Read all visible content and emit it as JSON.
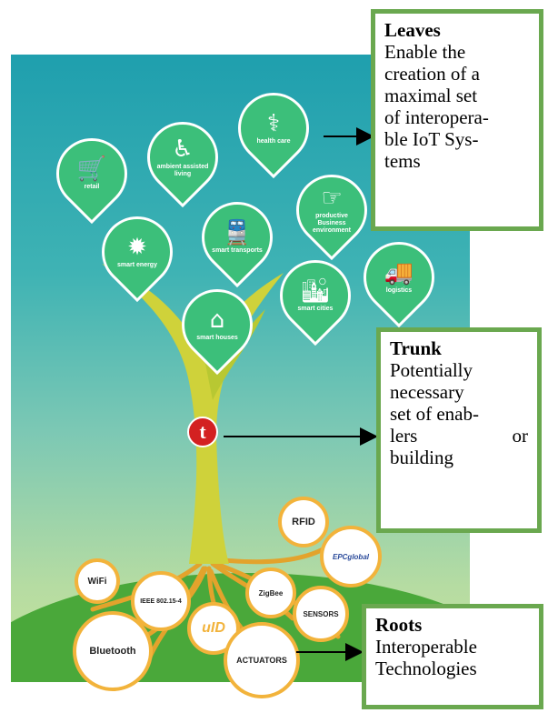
{
  "leaves": [
    {
      "id": "retail",
      "label": "retail",
      "glyph": "🛒"
    },
    {
      "id": "ambient",
      "label": "ambient assisted living",
      "glyph": "♿"
    },
    {
      "id": "healthcare",
      "label": "health care",
      "glyph": "⚕"
    },
    {
      "id": "productive",
      "label": "productive Business environment",
      "glyph": "☞"
    },
    {
      "id": "energy",
      "label": "smart energy",
      "glyph": "✹"
    },
    {
      "id": "transports",
      "label": "smart transports",
      "glyph": "🚆"
    },
    {
      "id": "logistics",
      "label": "logistics",
      "glyph": "🚚"
    },
    {
      "id": "cities",
      "label": "smart cities",
      "glyph": "🏙"
    },
    {
      "id": "houses",
      "label": "smart houses",
      "glyph": "⌂"
    }
  ],
  "roots": [
    {
      "id": "wifi",
      "label": "WiFi"
    },
    {
      "id": "rfid",
      "label": "RFID"
    },
    {
      "id": "epc",
      "label": "EPCglobal"
    },
    {
      "id": "ieee",
      "label": "IEEE 802.15-4"
    },
    {
      "id": "zigbee",
      "label": "ZigBee"
    },
    {
      "id": "sensors",
      "label": "SENSORS"
    },
    {
      "id": "uid",
      "label": "uID"
    },
    {
      "id": "bluetooth",
      "label": "Bluetooth"
    },
    {
      "id": "actuators",
      "label": "ACTUATORS"
    }
  ],
  "trunk_logo": "t",
  "callouts": {
    "leaves": {
      "title": "Leaves",
      "lines": [
        "Enable the",
        "creation of a",
        "maximal set",
        "of interopera-",
        "ble IoT Sys-",
        "tems"
      ]
    },
    "trunk": {
      "title": "Trunk",
      "lines": [
        "Potentially",
        "necessary",
        "set of enab-",
        "lers or",
        "building"
      ]
    },
    "roots": {
      "title": "Roots",
      "lines": [
        "Interoperable",
        "Technologies"
      ]
    }
  },
  "colors": {
    "leaf": "#3cbf7a",
    "root_ring": "#f2b33b",
    "trunk": "#d4cc3a",
    "frame": "#6aa84f",
    "logo": "#d32121"
  }
}
